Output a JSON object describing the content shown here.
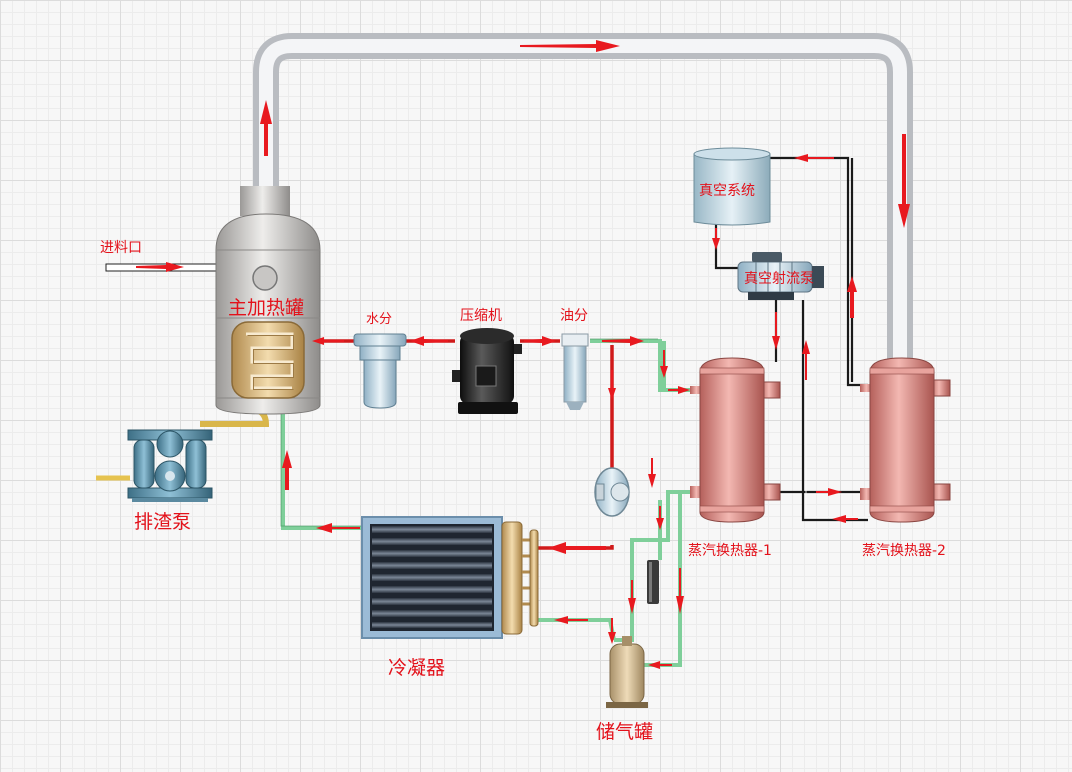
{
  "labels": {
    "feed_inlet": "进料口",
    "main_heating_tank": "主加热罐",
    "water_separator": "水分",
    "compressor": "压缩机",
    "oil_separator": "油分",
    "vacuum_system": "真空系统",
    "vacuum_jet_pump": "真空射流泵",
    "slag_pump": "排渣泵",
    "steam_heat_exchanger_1": "蒸汽换热器-1",
    "steam_heat_exchanger_2": "蒸汽换热器-2",
    "condenser": "冷凝器",
    "gas_storage_tank": "储气罐"
  },
  "colors": {
    "flow_arrow": "#e8191f",
    "label_text": "#e3121b",
    "green_pipe": "#7fcf9a",
    "red_pipe": "#d01a1a",
    "steam_pipe": "#e3e5e8",
    "exchanger_body": "#d88a86",
    "heating_coil": "#d8b274",
    "condenser_frame": "#8fb2cf"
  }
}
